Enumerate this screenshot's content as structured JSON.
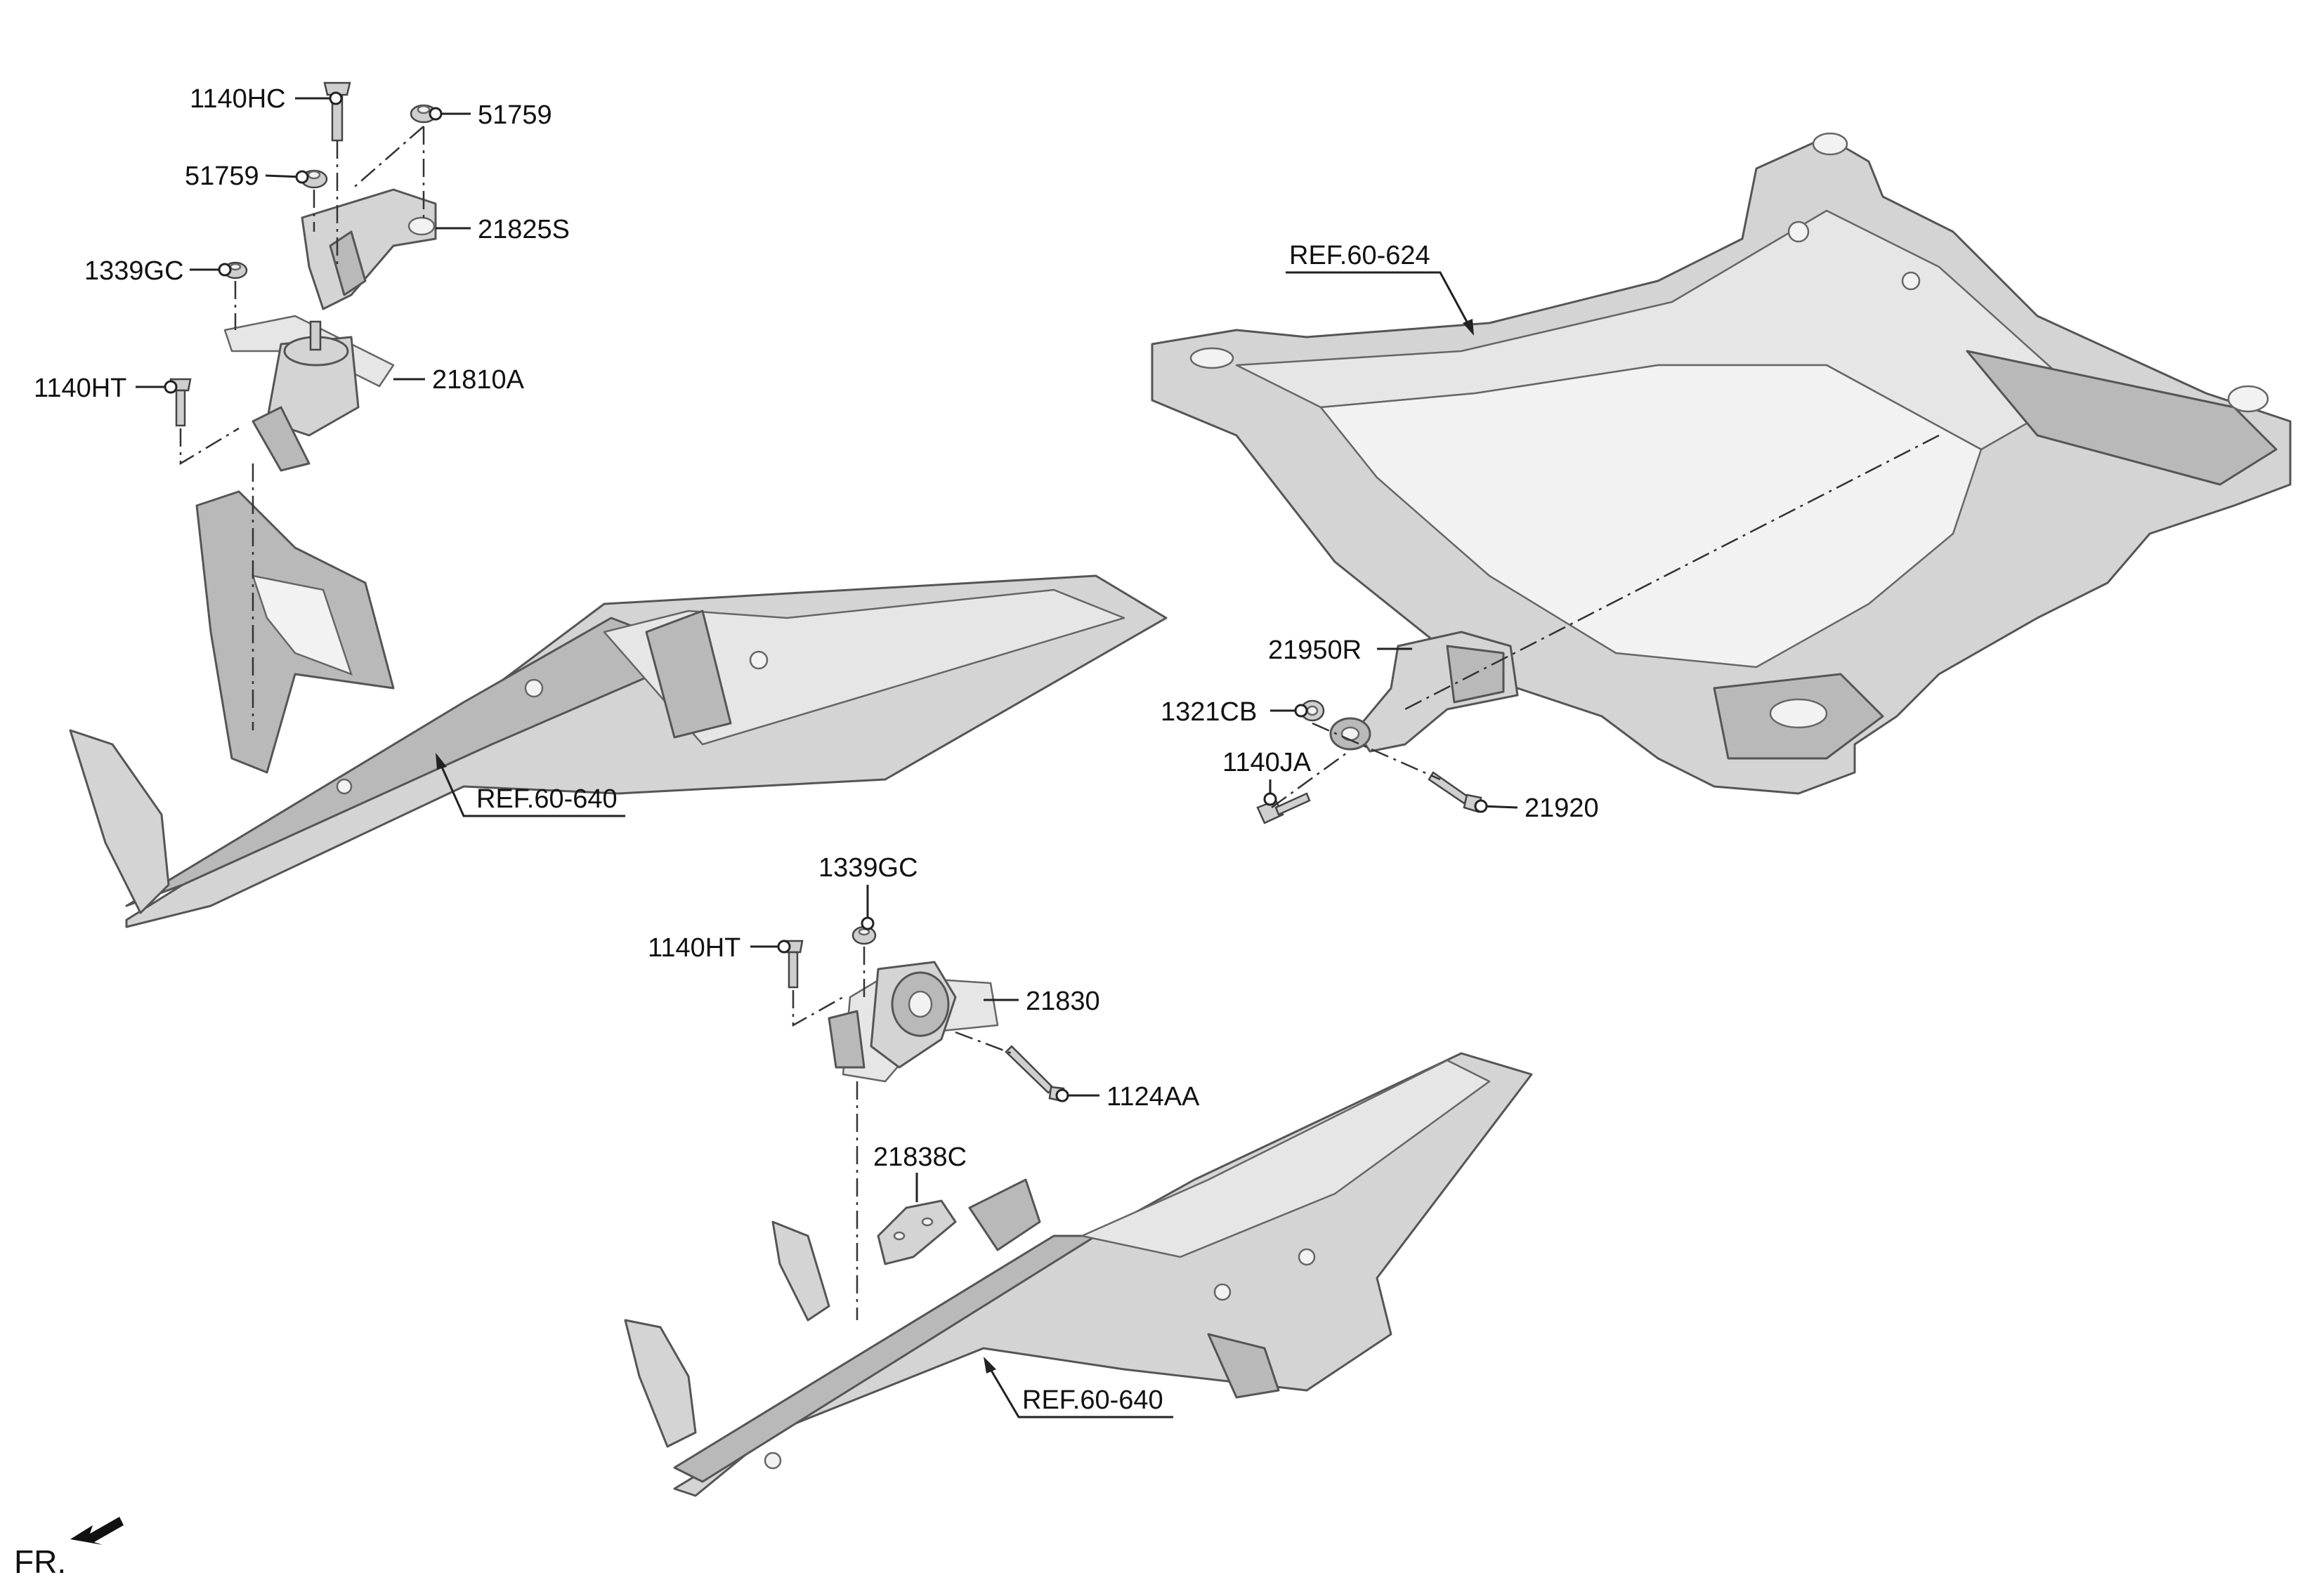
{
  "labels": {
    "l_1140HC": "1140HC",
    "l_51759_a": "51759",
    "l_51759_b": "51759",
    "l_21825S": "21825S",
    "l_1339GC_a": "1339GC",
    "l_1140HT_a": "1140HT",
    "l_21810A": "21810A",
    "l_ref_60_640_a": "REF.60-640",
    "l_ref_60_624": "REF.60-624",
    "l_21950R": "21950R",
    "l_1321CB": "1321CB",
    "l_1140JA": "1140JA",
    "l_21920": "21920",
    "l_1339GC_b": "1339GC",
    "l_1140HT_b": "1140HT",
    "l_21830": "21830",
    "l_1124AA": "1124AA",
    "l_21838C": "21838C",
    "l_ref_60_640_b": "REF.60-640",
    "l_fr": "FR."
  },
  "icons": {
    "front_direction": "front-arrow-icon"
  },
  "colors": {
    "part_fill": "#d4d4d4",
    "part_dark": "#b9b9b9",
    "line": "#222222"
  }
}
